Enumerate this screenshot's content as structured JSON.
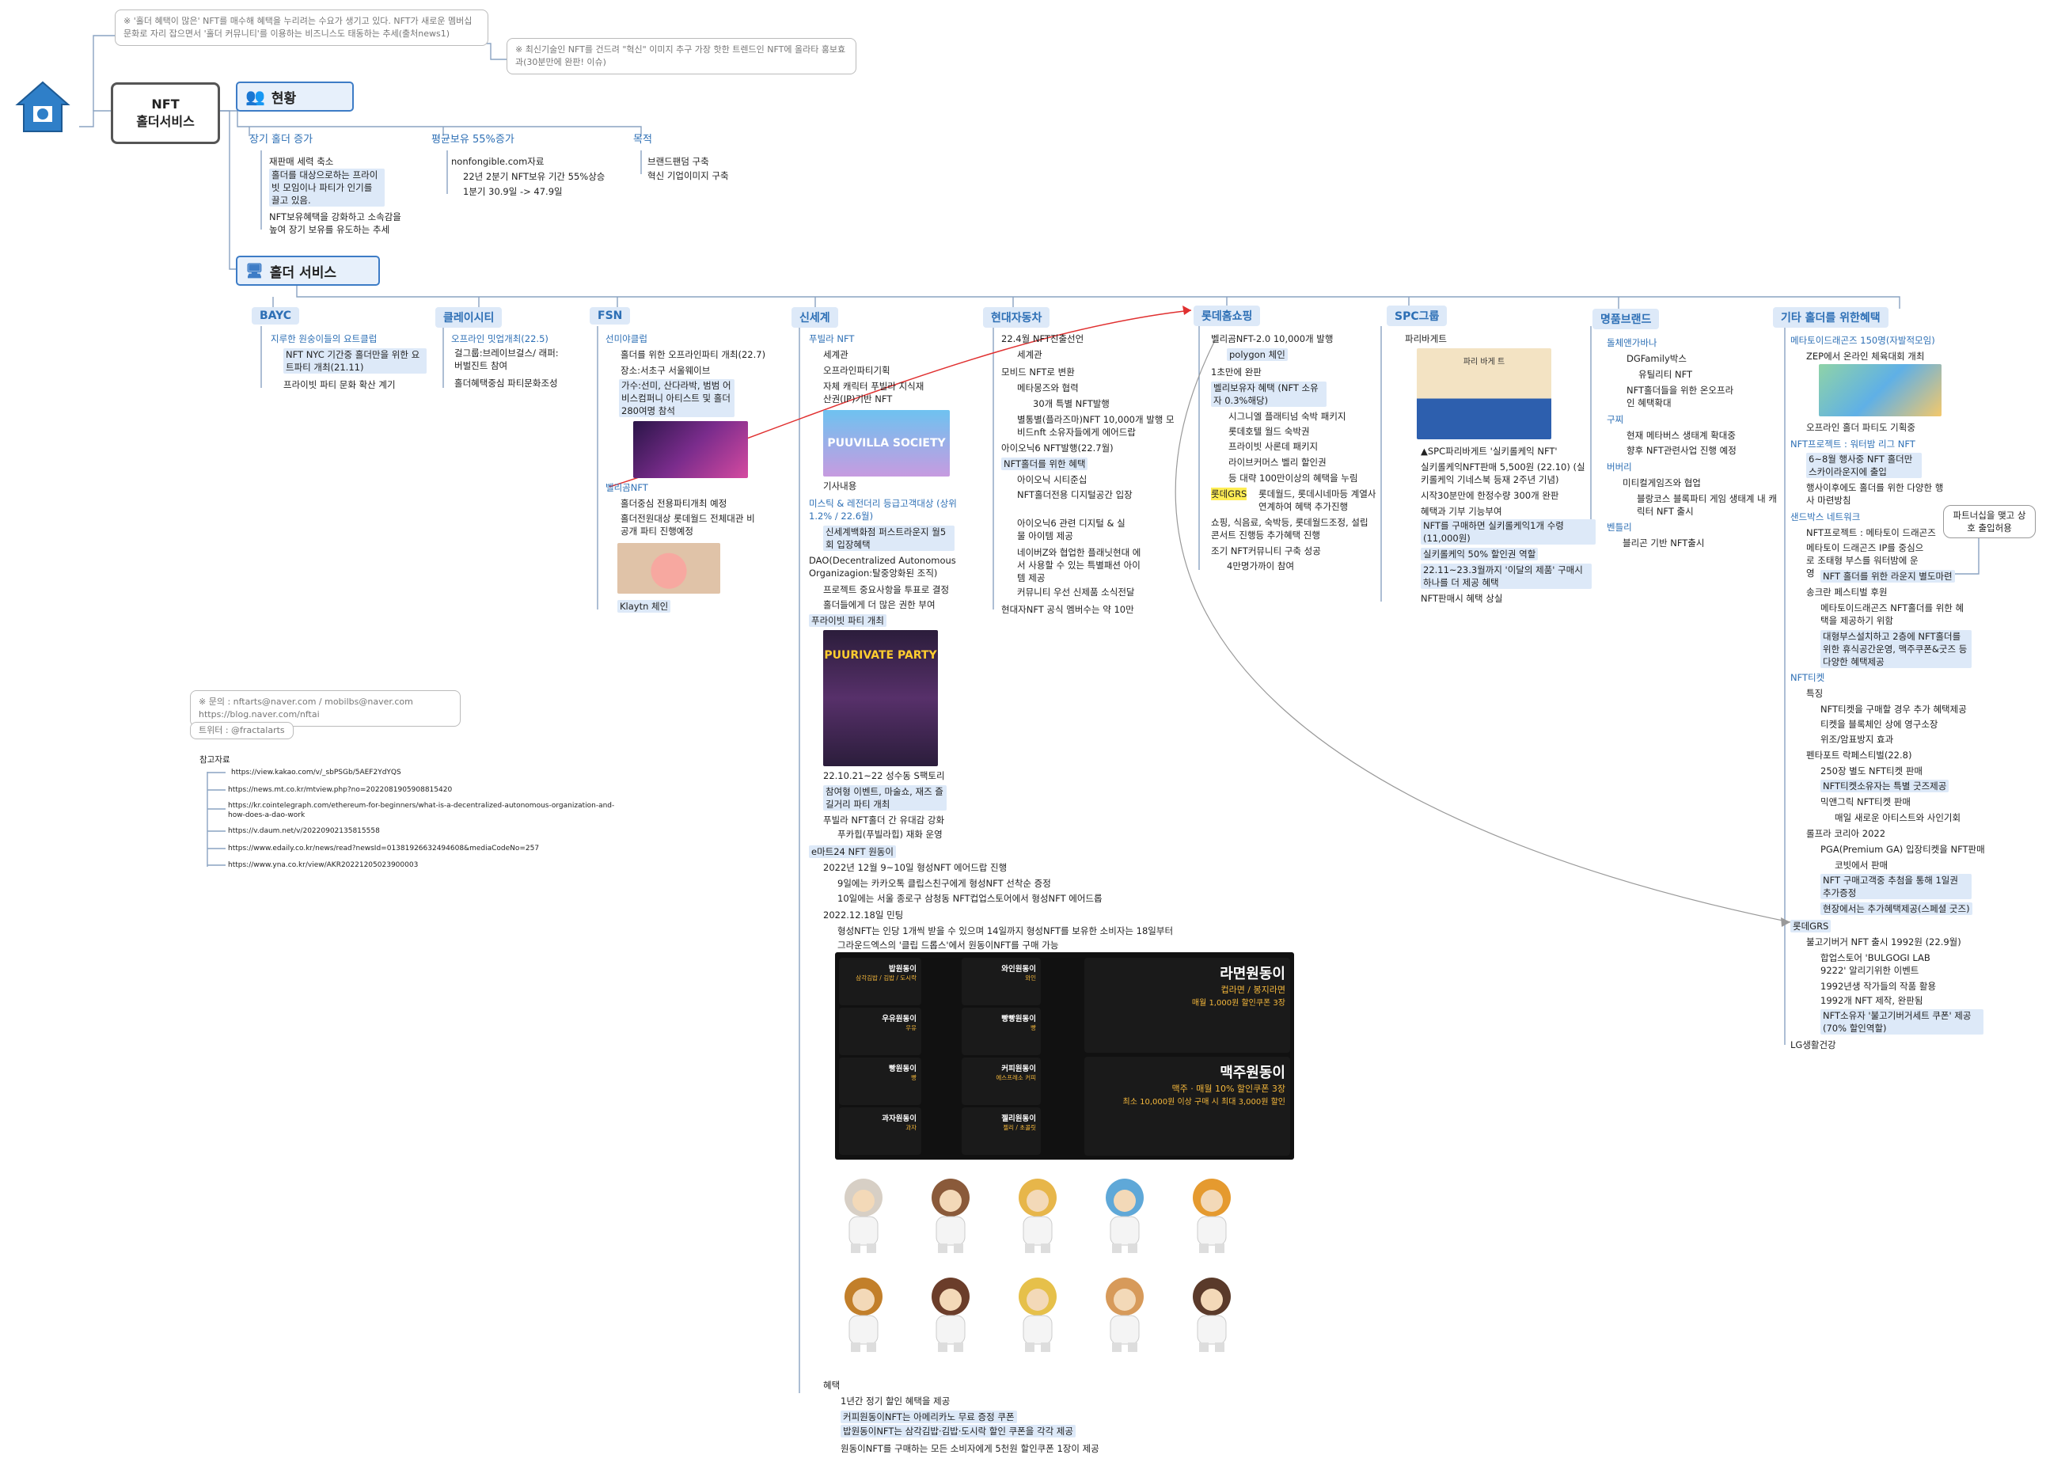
{
  "central": {
    "line1": "NFT",
    "line2": "홀더서비스"
  },
  "notes": {
    "note1": "※ '홀더 혜택이 많은' NFT를 매수해 혜택을 누리려는 수요가 생기고 있다. NFT가 새로운 멤버십 문화로 자리 잡으면서 '홀더 커뮤니티'를 이용하는 비즈니스도 태동하는 추세(출처news1)",
    "note2": "※ 최신기술인 NFT를 건드려 \"혁신\" 이미지 추구 가장 핫한 트렌드인 NFT에 올라타 홍보효과(30분만에 완판! 이슈)"
  },
  "status": {
    "title": "현황",
    "col1_head": "장기 홀더 증가",
    "col1": [
      "재판매 세력 축소",
      "홀더를 대상으로하는 프라이빗 모임이나 파티가 인기를 끌고 있음.",
      "NFT보유혜택을 강화하고 소속감을 높여 장기 보유를 유도하는 추세"
    ],
    "col2_head": "평균보유 55%증가",
    "col2": [
      "nonfongible.com자료",
      "22년 2분기 NFT보유 기간 55%상승",
      "1분기 30.9일 -> 47.9일"
    ],
    "col3_head": "목적",
    "col3": [
      "브랜드팬덤 구축",
      "혁신 기업이미지 구축"
    ]
  },
  "holder": {
    "title": "홀더 서비스"
  },
  "bayc": {
    "title": "BAYC",
    "items": [
      "지루한 원숭이들의 요트클럽",
      "NFT NYC 기간중 홀더만을 위한 요트파티 개최(21.11)",
      "프라이빗 파티 문화 확산 계기"
    ]
  },
  "klay": {
    "title": "클레이시티",
    "items": [
      "오프라인 밋업개최(22.5)",
      "걸그룹:브레이브걸스/ 래퍼:버벌진트 참여",
      "홀더혜택중심 파티문화조성"
    ]
  },
  "fsn": {
    "title": "FSN",
    "items": [
      "선미야클럽",
      "홀더를 위한 오프라인파티 개최(22.7)",
      "장소:서초구 서울웨이브",
      "가수:선미, 산다라박, 범범 어비스컴퍼니 아티스트 및 홀더 280여명 참석",
      "벨리곰NFT",
      "홀더중심 전용파티개최 예정",
      "홀더전원대상 롯데월드 전체대관 비공개 파티 진행예정",
      "Klaytn 체인"
    ]
  },
  "ssg": {
    "title": "신세계",
    "items": [
      "푸빌라 NFT",
      "세계관",
      "오프라인파티기획",
      "자체 캐릭터 푸빌라 지식재산권(IP)기반 NFT",
      "기사내용",
      "미스틱 & 레전더리 등급고객대상 (상위1.2% / 22.6월)",
      "신세계백화점 퍼스트라운지 월5회 입장혜택",
      "DAO(Decentralized Autonomous Organizagion:탈중앙화된 조직)",
      "프로젝트 중요사항을 투표로 결정",
      "홀더들에게 더 많은 권한 부여",
      "푸라이빗 파티 개최",
      "22.10.21~22 성수동 S팩토리",
      "참여형 이벤트, 마술쇼, 재즈 즐길거리 파티 개최",
      "푸빌라 NFT홀더 간 유대감 강화",
      "푸카힙(푸빌라힙) 재화 운영"
    ]
  },
  "emart": {
    "title": "e마트24 NFT 원동이",
    "items": [
      "2022년 12월 9~10일 형성NFT 에어드랍 진행",
      "9일에는 카카오톡 클립스친구에게 형성NFT 선착순 증정",
      "10일에는 서울 종로구 삼청동 NFT컵업스토어에서 형성NFT 에어드롭",
      "2022.12.18일 민팅",
      "형성NFT는 인당 1개씩 받을 수 있으며 14일까지 형성NFT를 보유한 소비자는 18일부터",
      "그라운드엑스의 '클립 드롭스'에서 원동이NFT를 구매 가능",
      "혜택",
      "1년간 정기 할인 혜택을 제공",
      "커피원동이NFT는 아메리카노 무료 증정 쿠폰",
      "밥원동이NFT는 삼각김밥·김밥·도시락 할인 쿠폰을 각각 제공",
      "원동이NFT를 구매하는 모든 소비자에게 5천원 할인쿠폰 1장이 제공"
    ]
  },
  "emart_cards": [
    {
      "name": "밥원동이",
      "desc": "삼각김밥 / 김밥 / 도시락"
    },
    {
      "name": "우유원동이",
      "desc": "우유"
    },
    {
      "name": "빵원동이",
      "desc": "빵"
    },
    {
      "name": "과자원동이",
      "desc": "과자"
    },
    {
      "name": "와인원동이",
      "desc": "와인"
    },
    {
      "name": "빵빵원동이",
      "desc": "빵"
    },
    {
      "name": "커피원동이",
      "desc": "에스프레소 커피"
    },
    {
      "name": "젤리원동이",
      "desc": "젤리 / 초콜릿"
    },
    {
      "name": "라면원동이",
      "desc": "컵라면 / 봉지라면",
      "benefit": "매월 1,000원 할인쿠폰 3장"
    },
    {
      "name": "맥주원동이",
      "desc": "맥주 · 매월 10% 할인쿠폰 3장",
      "benefit": "최소 10,000원 이상 구매 시 최대 3,000원 할인"
    }
  ],
  "hyundai": {
    "title": "현대자동차",
    "items": [
      "22.4월 NFT진출선언",
      "세계관",
      "모비드 NFT로 변환",
      "메타몽즈와 협력",
      "30개 특별 NFT발행",
      "별통별(플라즈마)NFT 10,000개 발행 모비드nft 소유자들에게 에어드랍",
      "아이오닉6 NFT발행(22.7월)",
      "NFT홀더를 위한 혜택",
      "아이오닉 시티준십",
      "NFT홀더전용 디지털공간 입장",
      "아이오닉6 관련 디지털 & 실물 아이템 제공",
      "네이버Z와 협업한 플래닛현대 에서 사용할 수 있는 특별패션 아이템 제공",
      "커뮤니티 우선 신제품 소식전달",
      "현대자NFT 공식 멤버수는 약 10만"
    ]
  },
  "lotte": {
    "title": "롯데홈쇼핑",
    "items": [
      "벨리곰NFT-2.0 10,000개 발행",
      "polygon 체인",
      "1초만에 완판",
      "벨리보유자 혜택 (NFT 소유자 0.3%해당)",
      "시그니엘 플래티넘 숙박 패키지",
      "롯데호텔 월드 숙박권",
      "프라이빗 사론데 패키지",
      "라이브커머스 벨리 할인권",
      "등 대략 100만이상의 혜택을 누림",
      "롯데GRS",
      "롯데월드, 롯데시네마등 계열사 연계하여 혜택 추가진행",
      "쇼핑, 식음료, 숙박등, 롯데월드조정, 설립콘서트 진행등 추가혜택 진행",
      "조기 NFT커뮤니티 구축 성공",
      "4만명가까이 참여"
    ]
  },
  "spc": {
    "title": "SPC그룹",
    "items": [
      "파리바게트",
      "▲SPC파리바게트 '실키롤케익 NFT'",
      "실키롤케익NFT판매 5,500원 (22.10) (실키롤케익 기네스북 등재 2주년 기념)",
      "시작30분만에 한정수량 300개 완판",
      "혜택과 기부 기능부여",
      "NFT를 구매하면 실키롤케익1개 수령 (11,000원)",
      "실키롤케익 50% 할인권 역할",
      "22.11~23.3월까지 '이달의 제품' 구매시 하나를 더 제공 혜택",
      "NFT판매시 혜택 상실"
    ]
  },
  "luxury": {
    "title": "명품브랜드",
    "items": [
      "돌체앤가바나",
      "DGFamily박스",
      "유틸리티 NFT",
      "NFT홀더들을 위한 온오프라인 혜택확대",
      "구찌",
      "현재 메타버스 생태계 확대중",
      "향후 NFT관련사업 진행 예정",
      "버버리",
      "미티컬게임즈와 협업",
      "블랑코스 블록파티 게임 생태계 내 캐릭터 NFT 출시",
      "벤틀리",
      "블리곤 기반 NFT출시"
    ]
  },
  "other": {
    "title": "기타 홀더를 위한혜택",
    "items": [
      "메타토이드래곤즈 150명(자발적모임)",
      "ZEP에서 온라인 체육대회 개최",
      "오프라인 홀더 파티도 기획중",
      "NFT프로젝트 : 워터밤 리그 NFT",
      "6~8월 행사중 NFT 홀더만 스카이라운지에 출입",
      "행사이후에도 홀더를 위한 다양한 행사 마련방침",
      "샌드박스 네트워크",
      "NFT프로젝트 : 메타토이 드래곤즈",
      "메타토이 드래곤즈 IP를 중심으로 조태형 부스를 워터밤에 운영",
      "NFT 홀더를 위한 라운지 별도마련",
      "송크란 페스티벌 후원",
      "메타토이드래곤즈 NFT홀더를 위한 혜택을 제공하기 위함",
      "대형부스설치하고 2층에 NFT홀더를 위한 휴식공간운영, 맥주쿠폰&굿즈 등 다양한 혜택제공",
      "NFT티켓",
      "특징",
      "NFT티켓을 구매할 경우 추가 혜택제공",
      "티켓을 블록체인 상에 영구소장",
      "위조/암표방지 효과",
      "펜타포트 락페스티벌(22.8)",
      "250장 별도 NFT티켓 판매",
      "NFT티켓소유자는 특별 굿즈제공",
      "믹앤그릭 NFT티켓 판매",
      "매일 새로운 아티스트와 사인기회",
      "롤프라 코리아 2022",
      "PGA(Premium GA) 입장티켓을 NFT판매",
      "코빗에서 판매",
      "NFT 구매고객중 추첨을 통해 1일권 추가증정",
      "현장에서는 추가혜택제공(스페셜 굿즈)",
      "롯데GRS",
      "불고기버거 NFT 출시 1992원 (22.9월)",
      "합업스토어 'BULGOGI LAB 9222' 알리기위한 이벤트",
      "1992년생 작가들의 작품 활용",
      "1992개 NFT 제작, 완판됨",
      "NFT소유자 '불고기버거세트 쿠폰' 제공 (70% 할인역할)",
      "LG생활건강"
    ]
  },
  "dialog": "파트너십을 맺고 상호 출입허용",
  "contact": {
    "line1": "※ 문의 : nftarts@naver.com / mobilbs@naver.com",
    "line2": "https://blog.naver.com/nftai",
    "twitter": "트위터 : @fractalarts"
  },
  "refs": {
    "title": "참고자료",
    "links": [
      "https://view.kakao.com/v/_sbPSGb/5AEF2YdYQS",
      "https://news.mt.co.kr/mtview.php?no=2022081905908815420",
      "https://kr.cointelegraph.com/ethereum-for-beginners/what-is-a-decentralized-autonomous-organization-and-how-does-a-dao-work",
      "https://v.daum.net/v/20220902135815558",
      "https://www.edaily.co.kr/news/read?newsId=01381926632494608&mediaCodeNo=257",
      "https://www.yna.co.kr/view/AKR20221205023900003"
    ]
  },
  "images": {
    "puuvilla": "PUUVILLA SOCIETY",
    "party": "PUURIVATE PARTY",
    "spc_card": "파리 바게 트"
  },
  "colors": {
    "accent": "#2d6fb5",
    "topic_bg": "#dde9f8",
    "highlight": "#ffee55",
    "arrow": "#e03030"
  }
}
